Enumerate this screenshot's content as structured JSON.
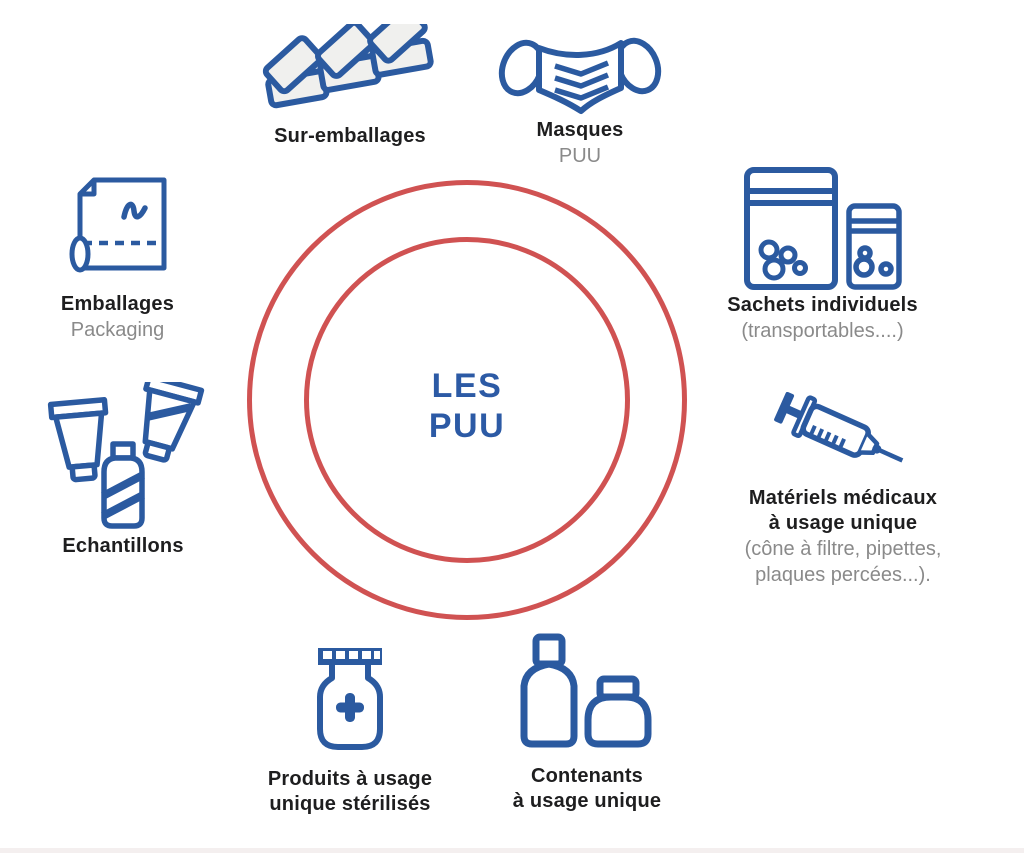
{
  "colors": {
    "icon_blue": "#2b5aa0",
    "circle_red": "#d05252",
    "title_blue": "#2c5aa5",
    "label_black": "#1e1e1f",
    "label_gray": "#8a8a8a",
    "wipe_fill": "#f0f0ee",
    "bottom_line": "#f4efef"
  },
  "center": {
    "line1": "LES",
    "line2": "PUU"
  },
  "items": {
    "sur_emballages": {
      "label": "Sur-emballages",
      "icon": "wipes-icon"
    },
    "masques": {
      "label": "Masques",
      "sub": "PUU",
      "icon": "face-mask-icon"
    },
    "emballages": {
      "label": "Emballages",
      "sub": "Packaging",
      "icon": "wrapping-roll-icon"
    },
    "sachets": {
      "label": "Sachets individuels",
      "sub": "(transportables....)",
      "icon": "zip-bags-icon"
    },
    "echantillons": {
      "label": "Echantillons",
      "icon": "sample-tubes-icon"
    },
    "materiels": {
      "label": "Matériels médicaux",
      "label2": "à usage unique",
      "sub": "(cône à filtre, pipettes,",
      "sub2": "plaques percées...).",
      "icon": "syringe-icon"
    },
    "produits": {
      "label": "Produits à usage",
      "label2": "unique stérilisés",
      "icon": "sterile-jar-icon"
    },
    "contenants": {
      "label": "Contenants",
      "label2": "à usage unique",
      "icon": "bottles-icon"
    }
  }
}
